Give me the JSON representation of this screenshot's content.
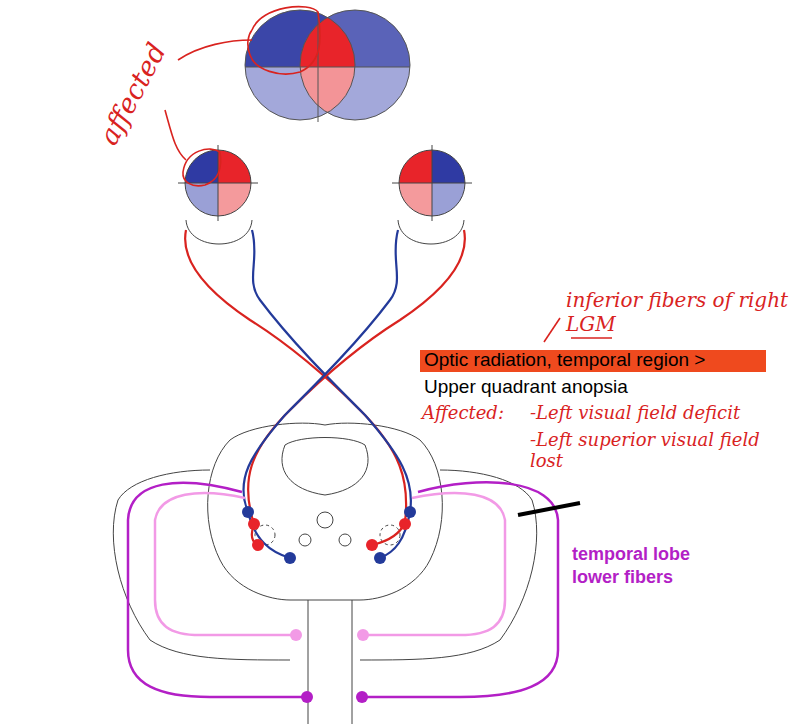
{
  "diagram": {
    "labels": [
      "affected",
      "inferior fibers of right LGM",
      "Optic radiation, temporal region >",
      "Upper quadrant anopsia",
      "Affected:",
      "-Left visual field deficit",
      "-Left superior visual field lost",
      "temporal lobe lower fibers"
    ]
  }
}
